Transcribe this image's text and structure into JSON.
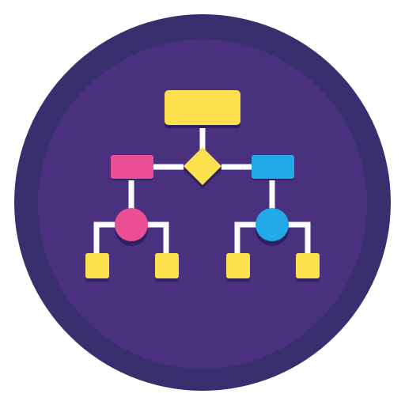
{
  "icon": {
    "name": "flowchart-icon",
    "colors": {
      "background": "#ffffff",
      "outer_ring": "#3a2f6e",
      "inner_disc": "#4a3180",
      "connector": "#ffffff",
      "node_shadow": "#2c2260",
      "root_node": "#fde04d",
      "decision_node": "#fde04d",
      "left_node": "#ec4e96",
      "right_node": "#22a9e8",
      "leaf_node": "#fde04d"
    },
    "nodes": [
      {
        "id": "root",
        "shape": "rounded-rectangle",
        "color_key": "root_node"
      },
      {
        "id": "decision",
        "shape": "diamond",
        "color_key": "decision_node"
      },
      {
        "id": "left-process",
        "shape": "rectangle",
        "color_key": "left_node"
      },
      {
        "id": "right-process",
        "shape": "rectangle",
        "color_key": "right_node"
      },
      {
        "id": "left-junction",
        "shape": "circle",
        "color_key": "left_node"
      },
      {
        "id": "right-junction",
        "shape": "circle",
        "color_key": "right_node"
      },
      {
        "id": "leaf-1",
        "shape": "square",
        "color_key": "leaf_node"
      },
      {
        "id": "leaf-2",
        "shape": "square",
        "color_key": "leaf_node"
      },
      {
        "id": "leaf-3",
        "shape": "square",
        "color_key": "leaf_node"
      },
      {
        "id": "leaf-4",
        "shape": "square",
        "color_key": "leaf_node"
      }
    ],
    "edges": [
      [
        "root",
        "decision"
      ],
      [
        "decision",
        "left-process"
      ],
      [
        "decision",
        "right-process"
      ],
      [
        "left-process",
        "left-junction"
      ],
      [
        "right-process",
        "right-junction"
      ],
      [
        "left-junction",
        "leaf-1"
      ],
      [
        "left-junction",
        "leaf-2"
      ],
      [
        "right-junction",
        "leaf-3"
      ],
      [
        "right-junction",
        "leaf-4"
      ]
    ]
  }
}
